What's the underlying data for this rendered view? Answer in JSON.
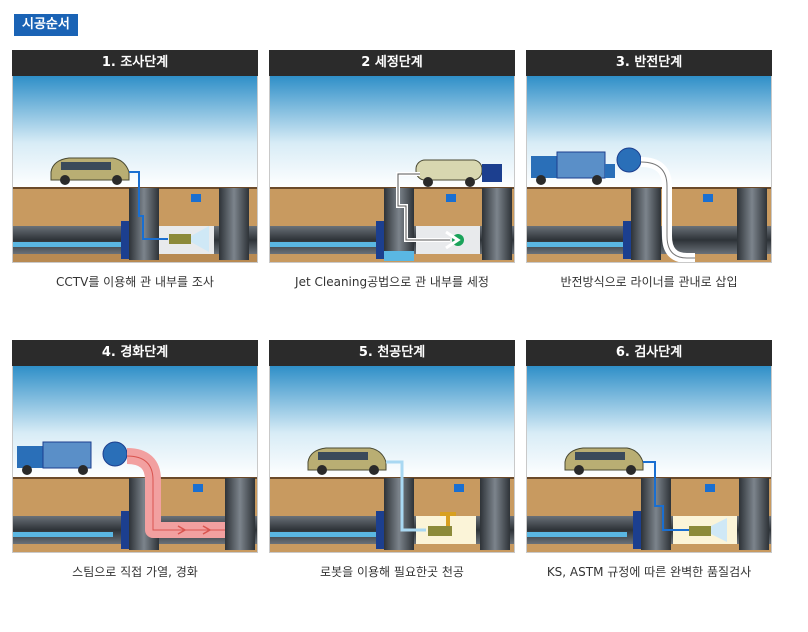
{
  "section_title": "시공순서",
  "steps": [
    {
      "title": "1. 조사단계",
      "caption": "CCTV를 이용해 관 내부를 조사"
    },
    {
      "title": "2 세정단계",
      "caption": "Jet Cleaning공법으로 관 내부를 세정"
    },
    {
      "title": "3. 반전단계",
      "caption": "반전방식으로 라이너를 관내로 삽입"
    },
    {
      "title": "4. 경화단계",
      "caption": "스팀으로 직접 가열, 경화"
    },
    {
      "title": "5. 천공단계",
      "caption": "로봇을 이용해 필요한곳 천공"
    },
    {
      "title": "6. 검사단계",
      "caption": "KS, ASTM 규정에 따른 완벽한 품질검사"
    }
  ],
  "colors": {
    "badge": "#1a63b5",
    "header": "#2b2b2b",
    "sky": "#2f8fc8",
    "ground": "#c89a60",
    "pipe": "#3c4248",
    "water": "#5ab7e3",
    "liner": "#f2a0a0"
  }
}
